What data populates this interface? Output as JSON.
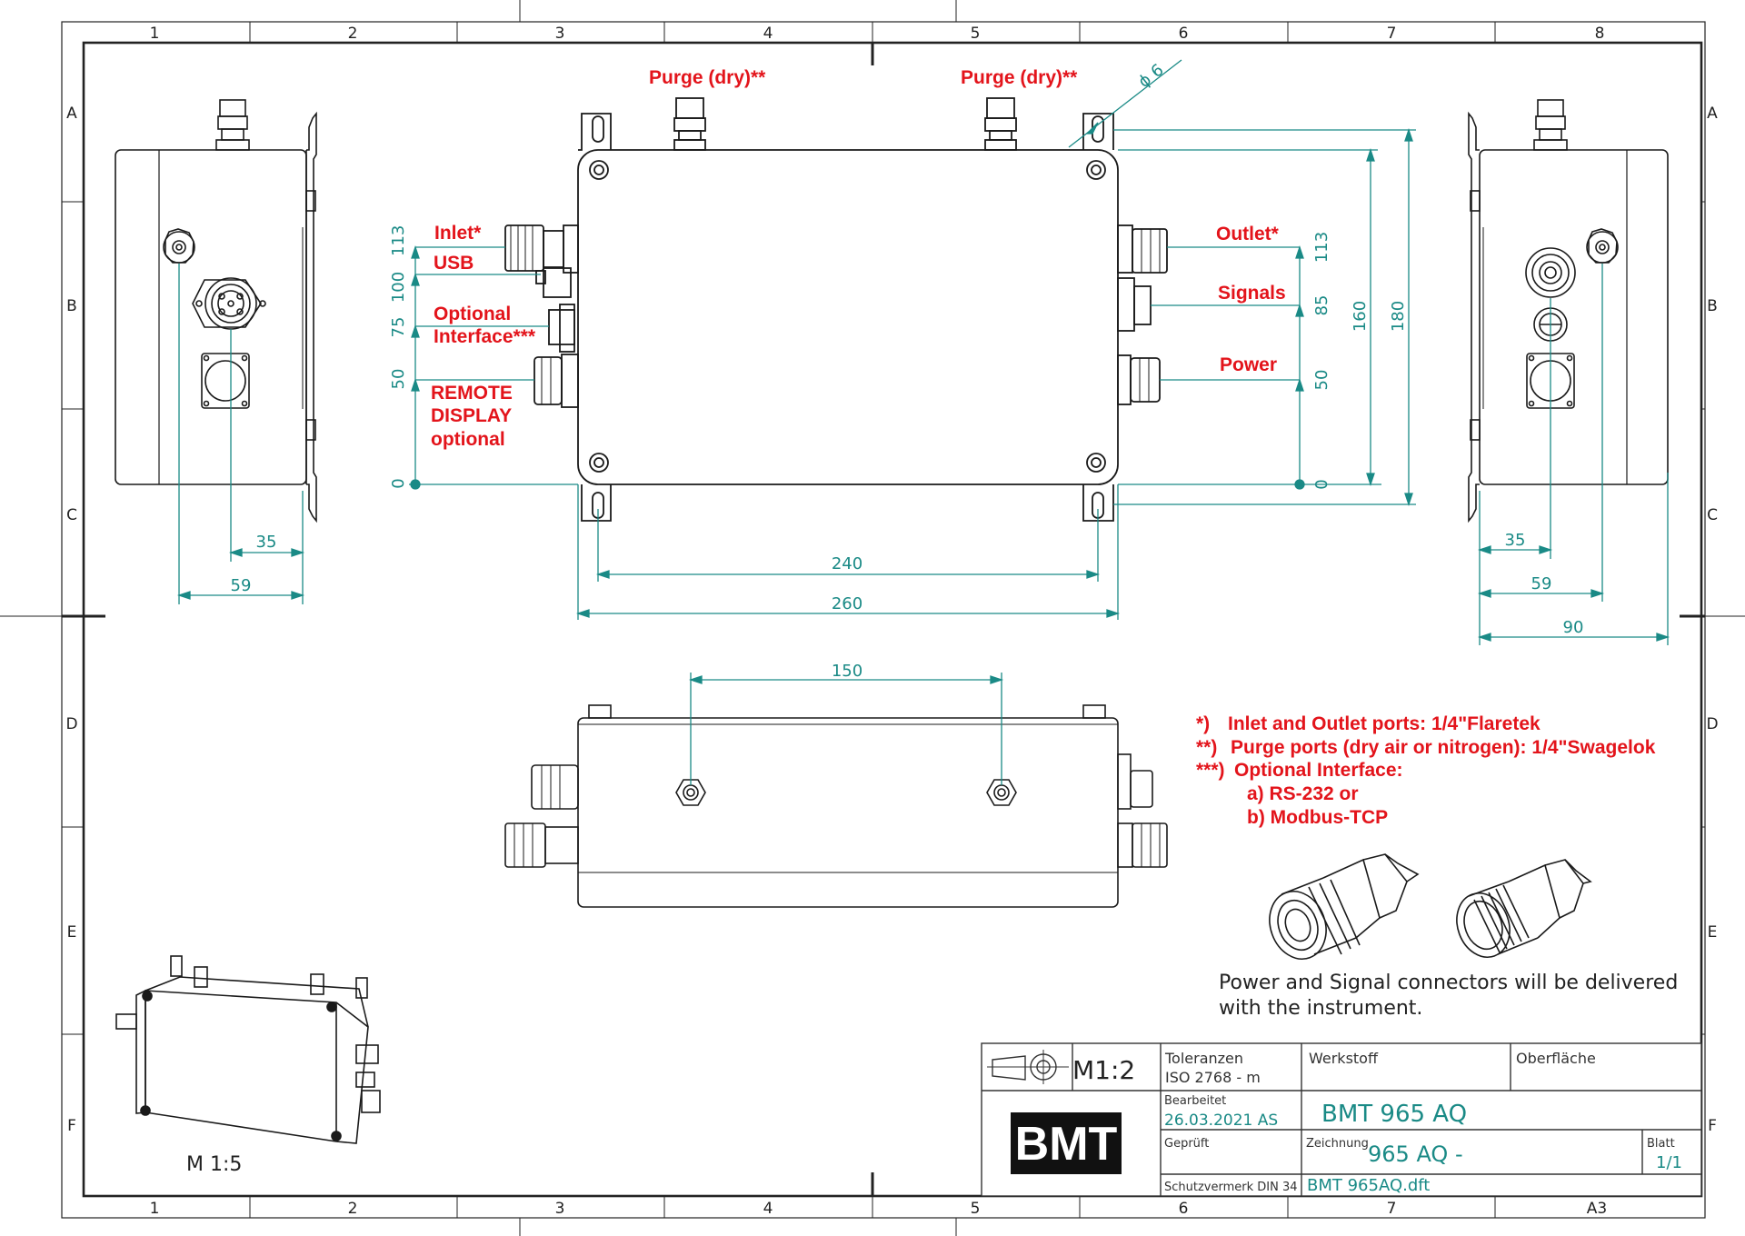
{
  "sheet": {
    "columns": [
      "1",
      "2",
      "3",
      "4",
      "5",
      "6",
      "7",
      "8"
    ],
    "rows": [
      "A",
      "B",
      "C",
      "D",
      "E",
      "F"
    ],
    "bottom_columns": [
      "1",
      "2",
      "3",
      "4",
      "5",
      "6",
      "7",
      "A3"
    ]
  },
  "front_view": {
    "purge_left": "Purge (dry)**",
    "purge_right": "Purge (dry)**",
    "phi_label": "ϕ 6",
    "labels_left": {
      "inlet": "Inlet*",
      "usb": "USB",
      "optional_1": "Optional",
      "optional_2": "Interface***",
      "remote_1": "REMOTE",
      "remote_2": "DISPLAY",
      "remote_3": "optional"
    },
    "labels_right": {
      "outlet": "Outlet*",
      "signals": "Signals",
      "power": "Power"
    },
    "dims_left": {
      "d113": "113",
      "d100": "100",
      "d75": "75",
      "d50": "50",
      "d0": "0"
    },
    "dims_right": {
      "d113": "113",
      "d85": "85",
      "d50": "50",
      "d0": "0",
      "d160": "160",
      "d180": "180"
    },
    "dim_240": "240",
    "dim_260": "260"
  },
  "left_view": {
    "dim_35": "35",
    "dim_59": "59"
  },
  "right_view": {
    "dim_35": "35",
    "dim_59": "59",
    "dim_90": "90"
  },
  "bottom_view": {
    "dim_150": "150"
  },
  "notes": {
    "n1_mark": "*)",
    "n1": "Inlet and Outlet ports: 1/4\"Flaretek",
    "n2_mark": "**)",
    "n2": "Purge ports (dry air or nitrogen): 1/4\"Swagelok",
    "n3_mark": "***)",
    "n3": "Optional Interface:",
    "n3a": "a) RS-232 or",
    "n3b": "b) Modbus-TCP"
  },
  "connector_note": {
    "line1": "Power and Signal connectors will be delivered",
    "line2": "with the instrument."
  },
  "iso_scale": "M 1:5",
  "title_block": {
    "scale": "M1:2",
    "toleranzen_label": "Toleranzen",
    "toleranzen_value": "ISO 2768 - m",
    "werkstoff_label": "Werkstoff",
    "oberflaeche_label": "Oberfläche",
    "bearbeitet_label": "Bearbeitet",
    "bearbeitet_value": "26.03.2021 AS",
    "title": "BMT 965 AQ",
    "gepruft_label": "Geprüft",
    "zeichnung_label": "Zeichnung",
    "zeichnung_value": "965 AQ -",
    "blatt_label": "Blatt",
    "blatt_value": "1/1",
    "schutz_label": "Schutzvermerk DIN 34",
    "file": "BMT 965AQ.dft",
    "logo": "BMT"
  },
  "colors": {
    "label_red": "#e3141b",
    "dimension_teal": "#1a8a86",
    "line": "#1a1a1a"
  }
}
